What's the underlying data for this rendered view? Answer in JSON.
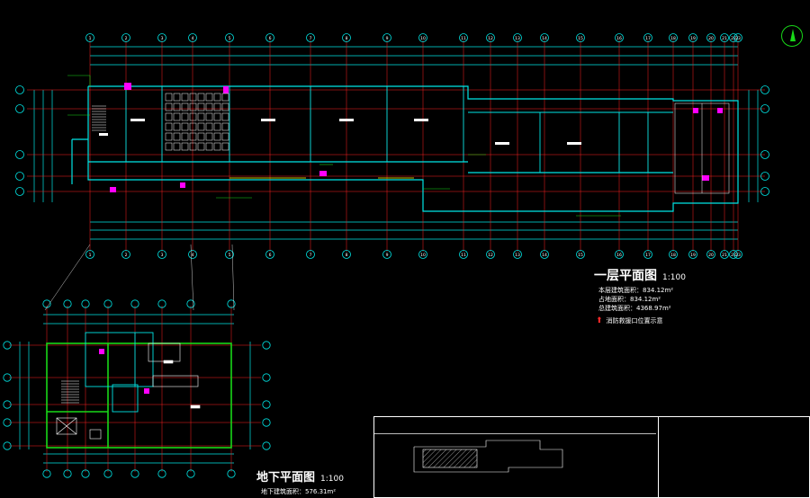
{
  "plan1": {
    "title": "一层平面图",
    "scale": "1:100",
    "stats": [
      {
        "label": "本层建筑面积：",
        "value": "834.12m²"
      },
      {
        "label": "占地面积：",
        "value": "834.12m²"
      },
      {
        "label": "总建筑面积：",
        "value": "4368.97m²"
      }
    ],
    "legend_text": "消防救援口位置示意"
  },
  "plan2": {
    "title": "地下平面图",
    "scale": "1:100",
    "area_text": "地下建筑面积：576.31m²"
  },
  "axis_labels_top": [
    "1",
    "2",
    "3",
    "4",
    "5",
    "6",
    "7",
    "8",
    "9",
    "10",
    "11",
    "12",
    "13",
    "14",
    "15",
    "16",
    "17",
    "18",
    "19",
    "20",
    "21",
    "22",
    "23"
  ],
  "colors": {
    "background": "#000000",
    "wall_cyan": "#00e5e5",
    "grid_red": "#ff2020",
    "wall_green": "#18d818",
    "magenta": "#ff00ff",
    "yellow": "#ffff00",
    "white": "#ffffff"
  },
  "icons": [
    "north-arrow-icon",
    "fire-rescue-arrow-icon"
  ]
}
